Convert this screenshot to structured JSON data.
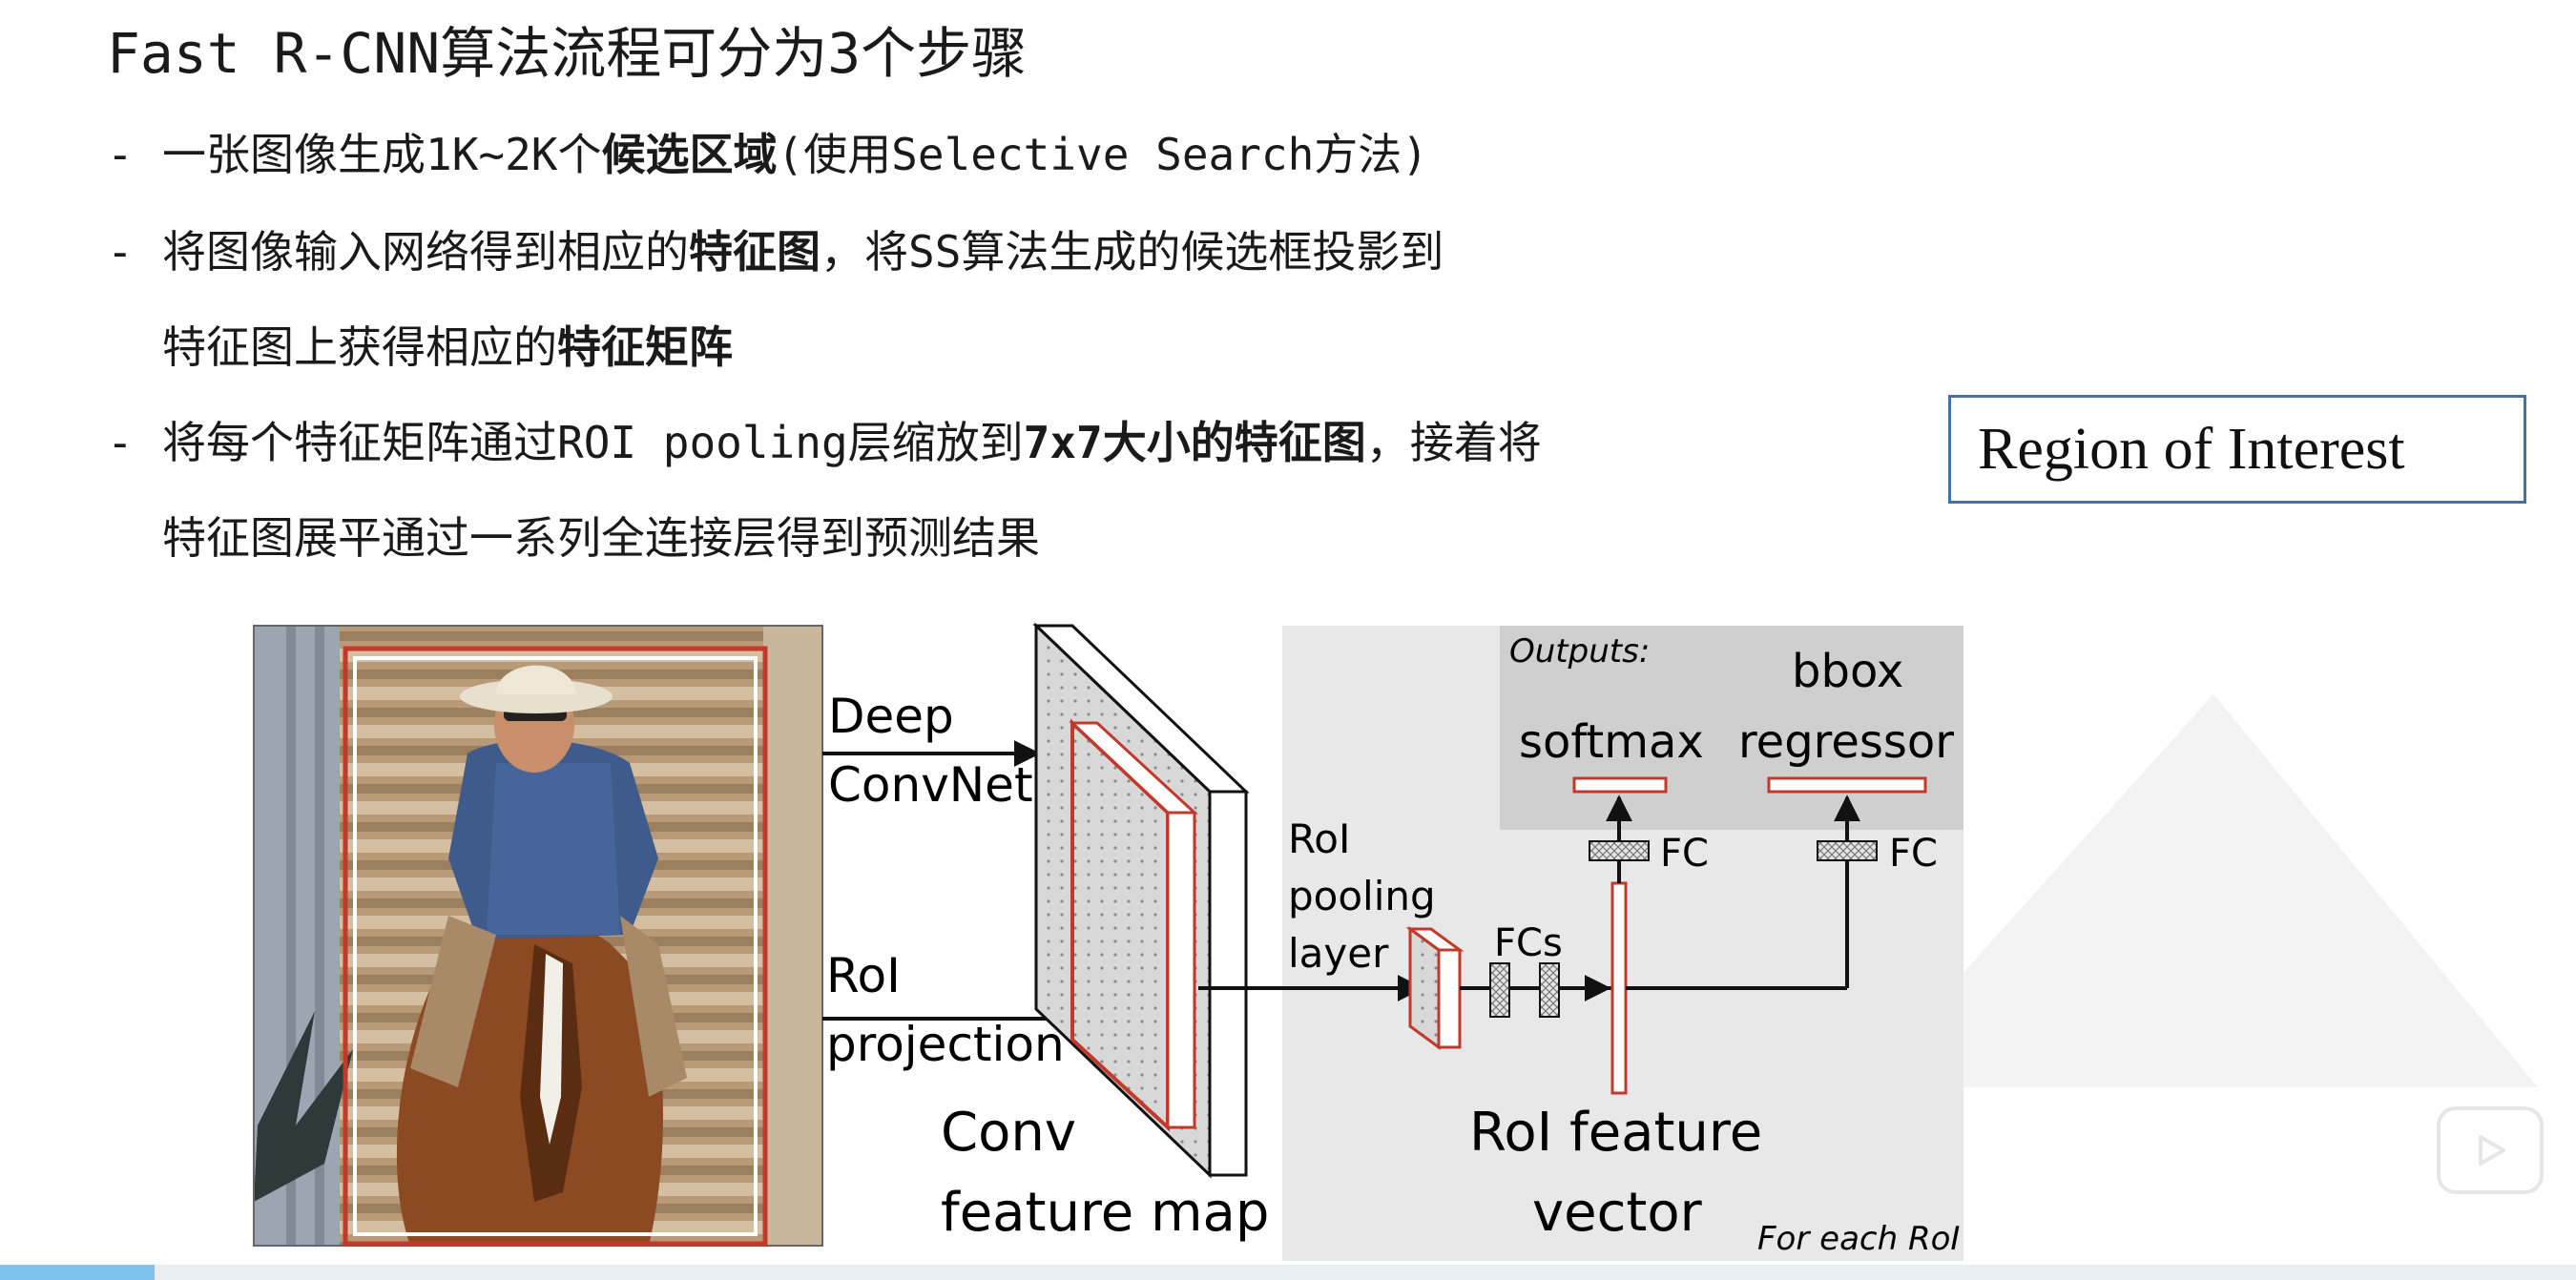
{
  "slide": {
    "title": "Fast R-CNN算法流程可分为3个步骤",
    "bullets": [
      {
        "dash": "-",
        "parts": [
          "一张图像生成1K~2K个",
          "候选区域",
          "(使用Selective Search方法)"
        ]
      },
      {
        "dash": "-",
        "parts": [
          "将图像输入网络得到相应的",
          "特征图",
          "，将SS算法生成的候选框投影到"
        ]
      },
      {
        "cont": [
          "特征图上获得相应的",
          "特征矩阵"
        ]
      },
      {
        "dash": "-",
        "parts": [
          "将每个特征矩阵通过ROI pooling层缩放到",
          "7x7大小的特征图",
          "，接着将"
        ]
      },
      {
        "cont": [
          "特征图展平通过一系列全连接层得到预测结果"
        ]
      }
    ],
    "roi_box_text": "Region of Interest"
  },
  "figure": {
    "photo_label": "cowboy-on-horse-photo",
    "deep_convnet": [
      "Deep",
      "ConvNet"
    ],
    "roi_projection": [
      "RoI",
      "projection"
    ],
    "conv_feature_map": [
      "Conv",
      "feature map"
    ],
    "roi_pooling_layer": [
      "RoI",
      "pooling",
      "layer"
    ],
    "fcs": "FCs",
    "outputs": "Outputs:",
    "softmax": "softmax",
    "bbox_regressor": [
      "bbox",
      "regressor"
    ],
    "fc_left": "FC",
    "fc_right": "FC",
    "roi_feature_vector": [
      "RoI feature",
      "vector"
    ],
    "for_each_roi": "For each RoI"
  },
  "player": {
    "play_icon": "play-icon",
    "progress_fraction": 0.06
  },
  "colors": {
    "red": "#c0392b",
    "panel_gray": "#e8e8e8",
    "outputs_gray": "#cfcfcf",
    "box_blue": "#4a6fa5"
  }
}
